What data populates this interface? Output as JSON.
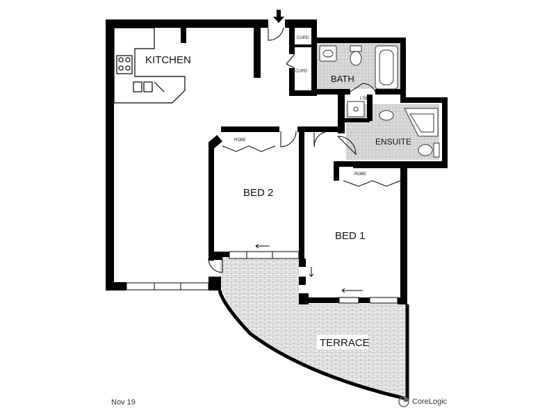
{
  "rooms": {
    "kitchen": "KITCHEN",
    "bath": "BATH",
    "ensuite": "ENSUITE",
    "bed2": "BED 2",
    "bed1": "BED 1",
    "terrace": "TERRACE",
    "cupd_top": "CUPD",
    "cupd_lower": "CUPD",
    "ldry": "L'DRY",
    "robe_bed2": "ROBE",
    "robe_bed1": "ROBE"
  },
  "footer": {
    "date": "Nov 19",
    "brand": "CoreLogic"
  },
  "colors": {
    "wall": "#000000",
    "wet_area": "#d6d6d6",
    "paving": "#e4e4e4",
    "fixture_stroke": "#333333"
  },
  "icons": {
    "entry": "entry-arrow-icon",
    "brand": "corelogic-logo-icon"
  }
}
